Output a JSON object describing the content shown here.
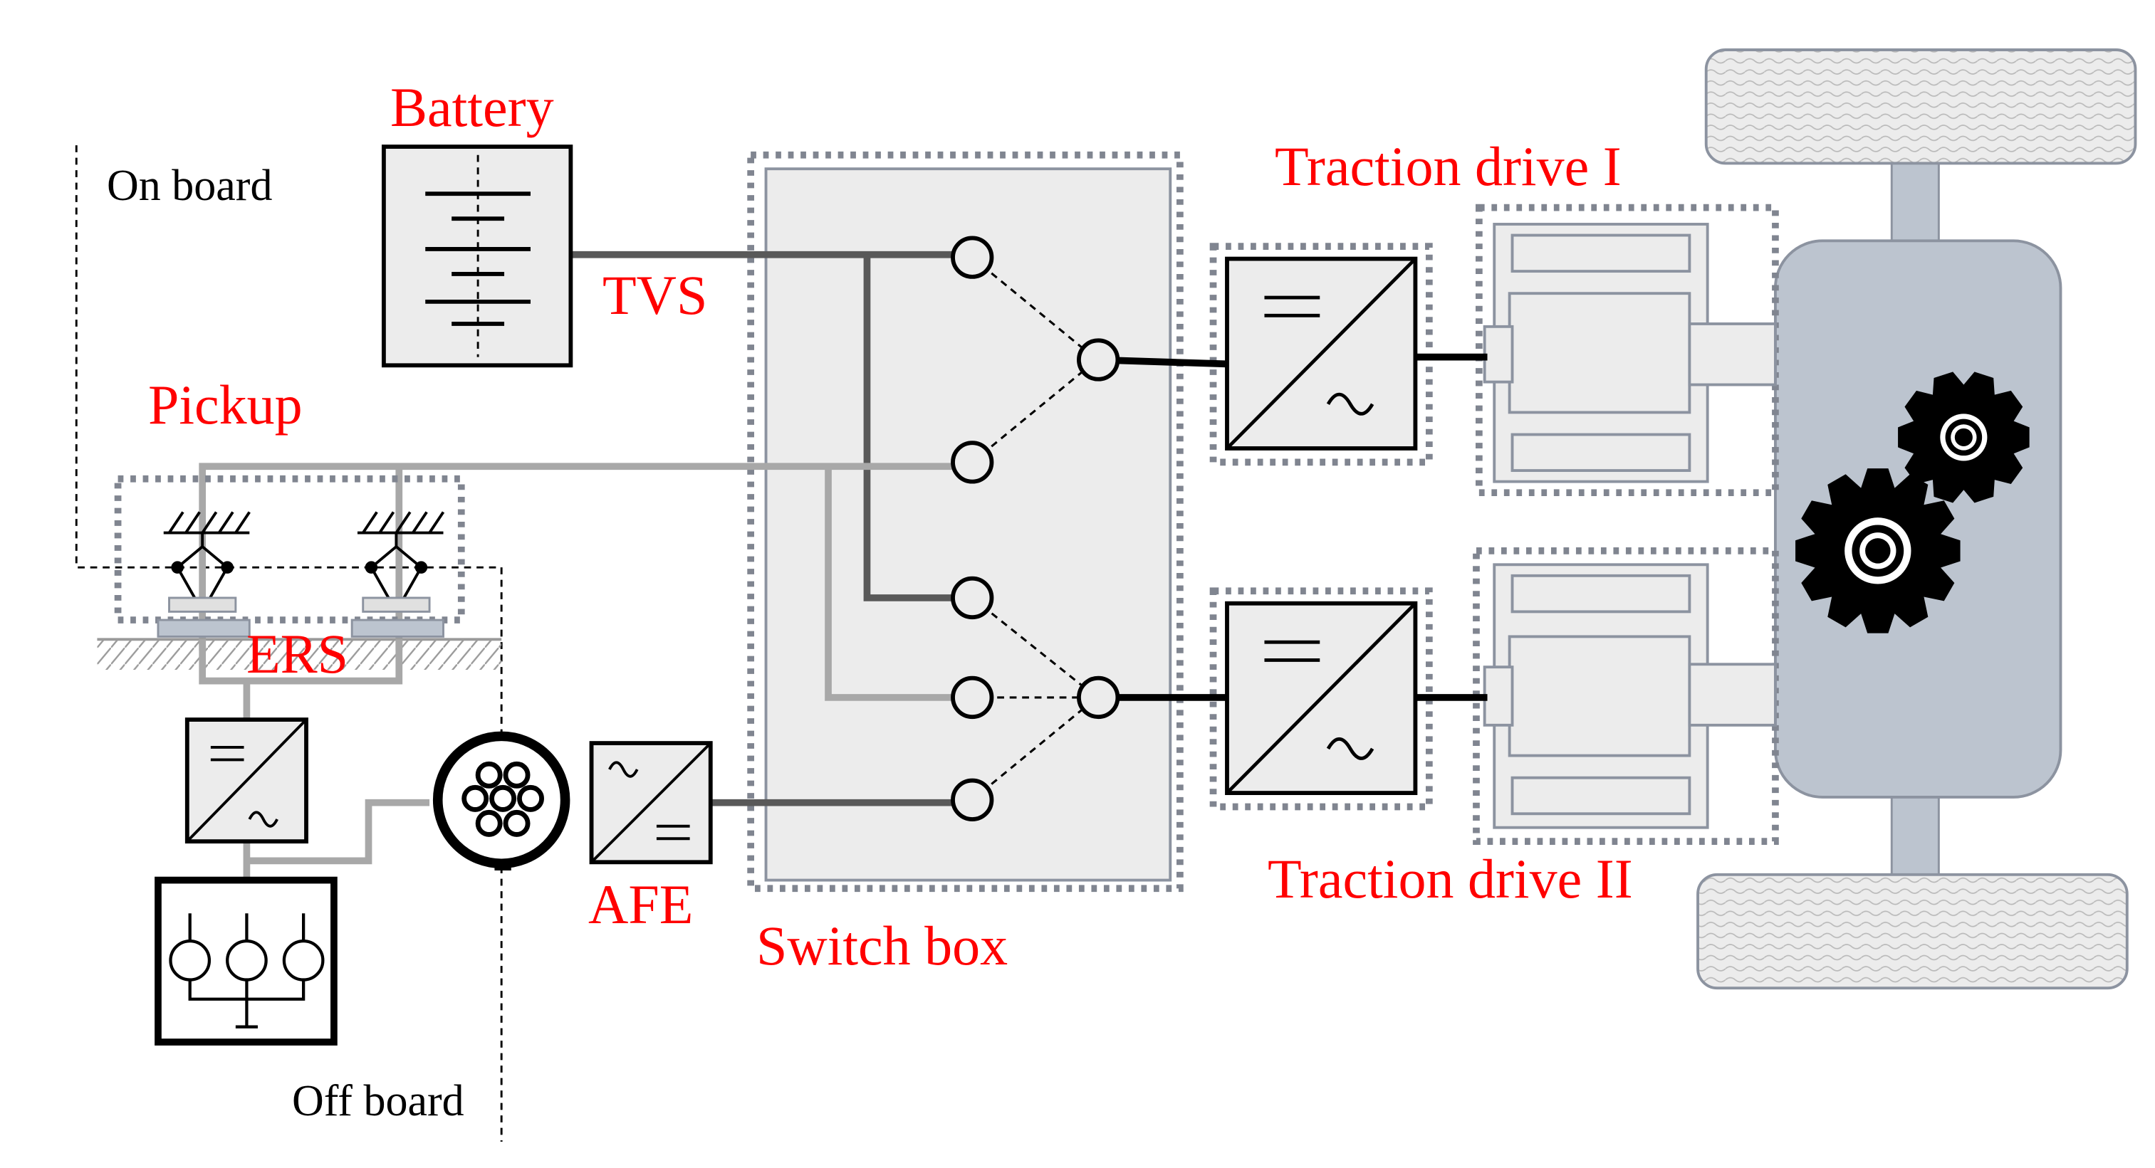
{
  "labels": {
    "battery": "Battery",
    "on_board": "On board",
    "tvs": "TVS",
    "traction_drive_1": "Traction drive I",
    "pickup": "Pickup",
    "ers": "ERS",
    "traction_drive_2": "Traction drive II",
    "afe": "AFE",
    "switch_box": "Switch box",
    "off_board": "Off board"
  },
  "colors": {
    "label_red": "#ff0000",
    "label_black": "#000000",
    "box_fill": "#ececec",
    "hub_fill": "#bcc4cf",
    "dark_line": "#595959",
    "light_line": "#a8a8a8",
    "dotted_border": "#808590"
  },
  "icons": {
    "battery": "battery-symbol-icon",
    "dc_ac": "dc-ac-converter-icon",
    "ac_dc": "ac-dc-converter-icon",
    "grid": "three-phase-grid-icon",
    "plug": "charging-plug-icon",
    "gears": "gears-icon",
    "wheel": "wheel-icon",
    "motor": "electric-motor-icon",
    "switch": "switch-contact-icon"
  }
}
